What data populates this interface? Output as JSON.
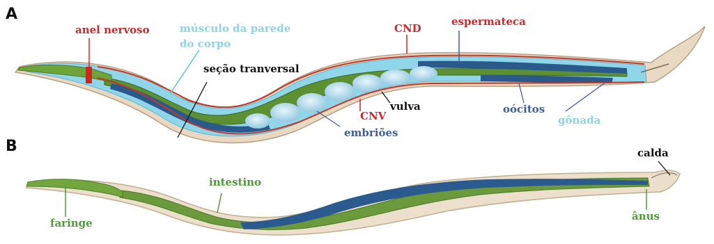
{
  "panels": {
    "a": "A",
    "b": "B"
  },
  "labels": {
    "anel_nervoso": "anel nervoso",
    "musculo_l1": "músculo da parede",
    "musculo_l2": "do corpo",
    "secao": "seção tranversal",
    "cnd": "CND",
    "espermateca": "espermateca",
    "vulva": "vulva",
    "cnv": "CNV",
    "embrioes": "embriões",
    "oocitos": "oócitos",
    "gonada": "gônada",
    "calda": "calda",
    "intestino": "intestino",
    "faringe": "faringe",
    "anus": "ânus"
  },
  "colors": {
    "red": "#cc2a2a",
    "light_blue": "#8ed3e6",
    "dark_blue": "#3d5f99",
    "green": "#4f9a3a",
    "black": "#111111"
  }
}
